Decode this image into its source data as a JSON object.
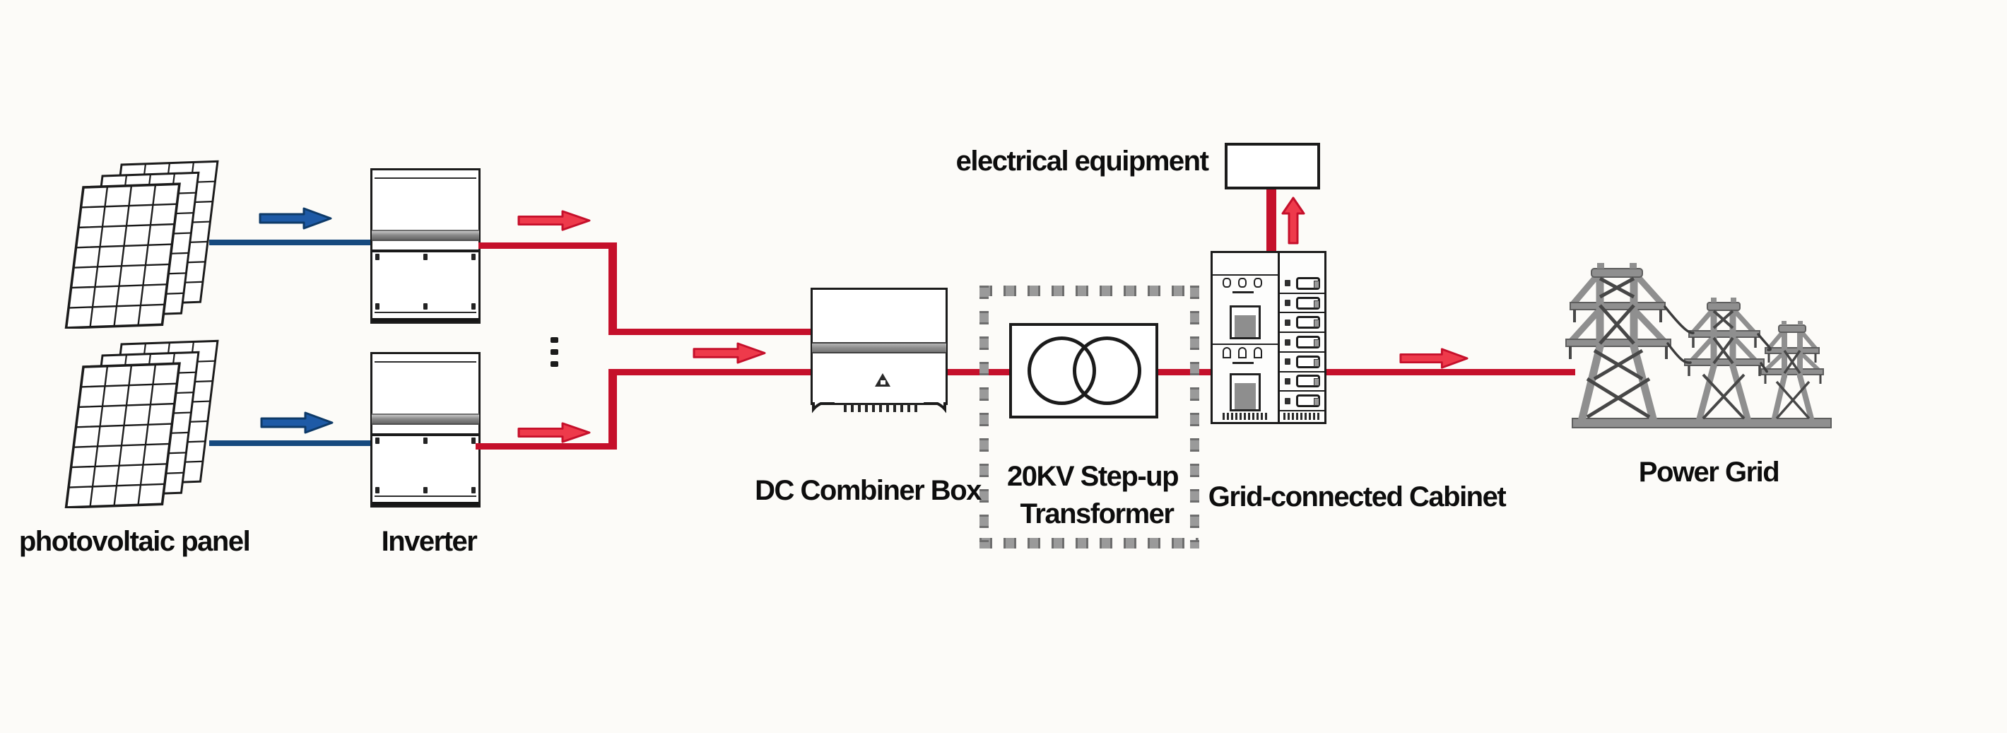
{
  "diagram": {
    "labels": {
      "pv": "photovoltaic panel",
      "inverter": "Inverter",
      "combiner": "DC Combiner Box",
      "transformer_line1": "20KV Step-up",
      "transformer_line2": "Transformer",
      "cabinet": "Grid-connected Cabinet",
      "equipment": "electrical equipment",
      "grid": "Power Grid"
    },
    "flow_sequence": [
      "photovoltaic panel",
      "Inverter",
      "DC Combiner Box",
      "20KV Step-up Transformer",
      "Grid-connected Cabinet",
      "Power Grid"
    ],
    "branch": "electrical equipment",
    "colors": {
      "background": "#fcfbf8",
      "red_line": "#c5102b",
      "red_arrow": "#ee3a4b",
      "blue_line": "#16497e",
      "blue_arrow": "#1e5aa6",
      "blue_arrow_edge": "#0e3a68",
      "ink": "#1b1b1b",
      "tower_gray": "#8f8f8f",
      "tower_dark": "#474747",
      "dash_gray": "#8a8a8a"
    }
  }
}
